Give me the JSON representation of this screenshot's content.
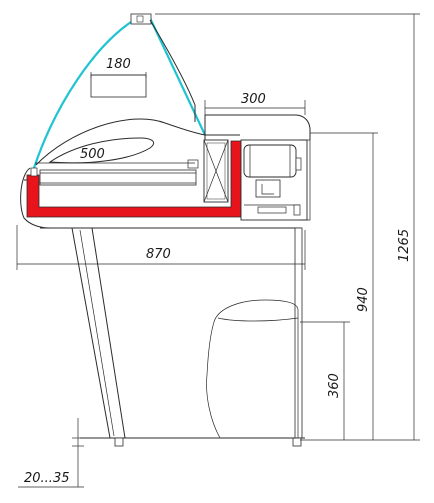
{
  "dimensions": {
    "top_tray_width": "180",
    "service_shelf_width": "300",
    "display_depth": "500",
    "overall_depth": "870",
    "overall_height": "1265",
    "counter_height": "940",
    "base_height": "360",
    "foot_adjust": "20...35"
  },
  "colors": {
    "glass": "#1fc3d1",
    "tank": "#e8141b",
    "line": "#2b2b2b"
  }
}
